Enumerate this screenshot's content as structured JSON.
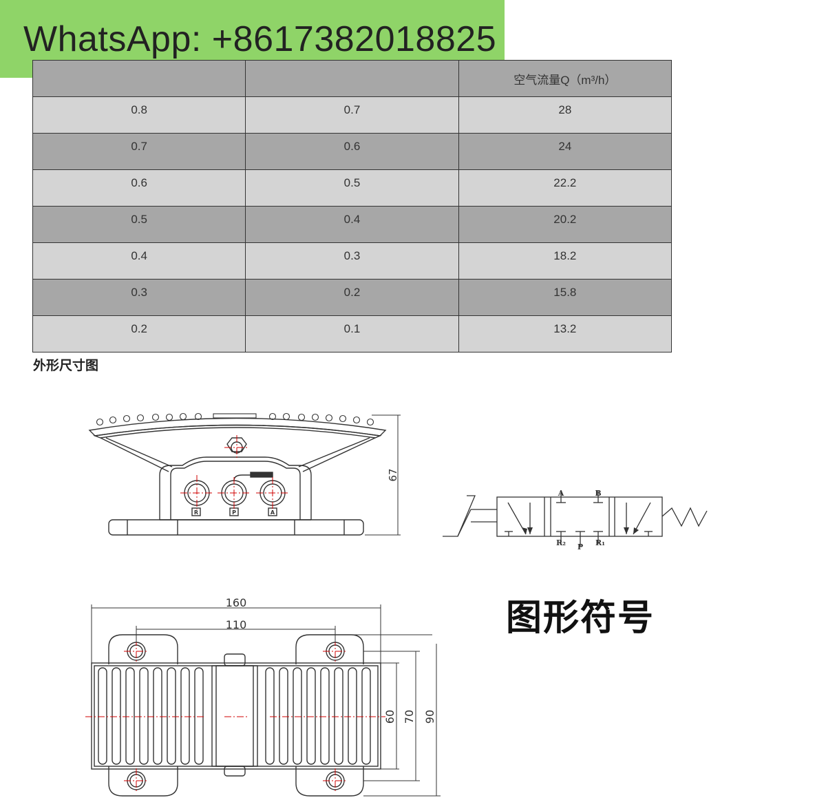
{
  "watermark": {
    "text": "WhatsApp: +8617382018825"
  },
  "spec_table": {
    "headers": [
      "",
      "",
      "空气流量Q（m³/h）"
    ],
    "rows": [
      [
        "0.8",
        "0.7",
        "28"
      ],
      [
        "0.7",
        "0.6",
        "24"
      ],
      [
        "0.6",
        "0.5",
        "22.2"
      ],
      [
        "0.5",
        "0.4",
        "20.2"
      ],
      [
        "0.4",
        "0.3",
        "18.2"
      ],
      [
        "0.3",
        "0.2",
        "15.8"
      ],
      [
        "0.2",
        "0.1",
        "13.2"
      ]
    ]
  },
  "section_title": "外形尺寸图",
  "side_view": {
    "height_dim": "67",
    "port_labels": [
      "R",
      "P",
      "A"
    ]
  },
  "top_view": {
    "dims": {
      "width_total": "160",
      "hole_spacing": "110",
      "h60": "60",
      "h70": "70",
      "h90": "90"
    }
  },
  "symbol": {
    "port_top": [
      "A",
      "B"
    ],
    "port_bottom": [
      "R₂",
      "P",
      "R₁"
    ],
    "title": "图形符号"
  },
  "colors": {
    "watermark_bg": "#8fd468",
    "row_light": "#d4d4d4",
    "row_dark": "#a7a7a7",
    "center_line": "#d00000"
  }
}
